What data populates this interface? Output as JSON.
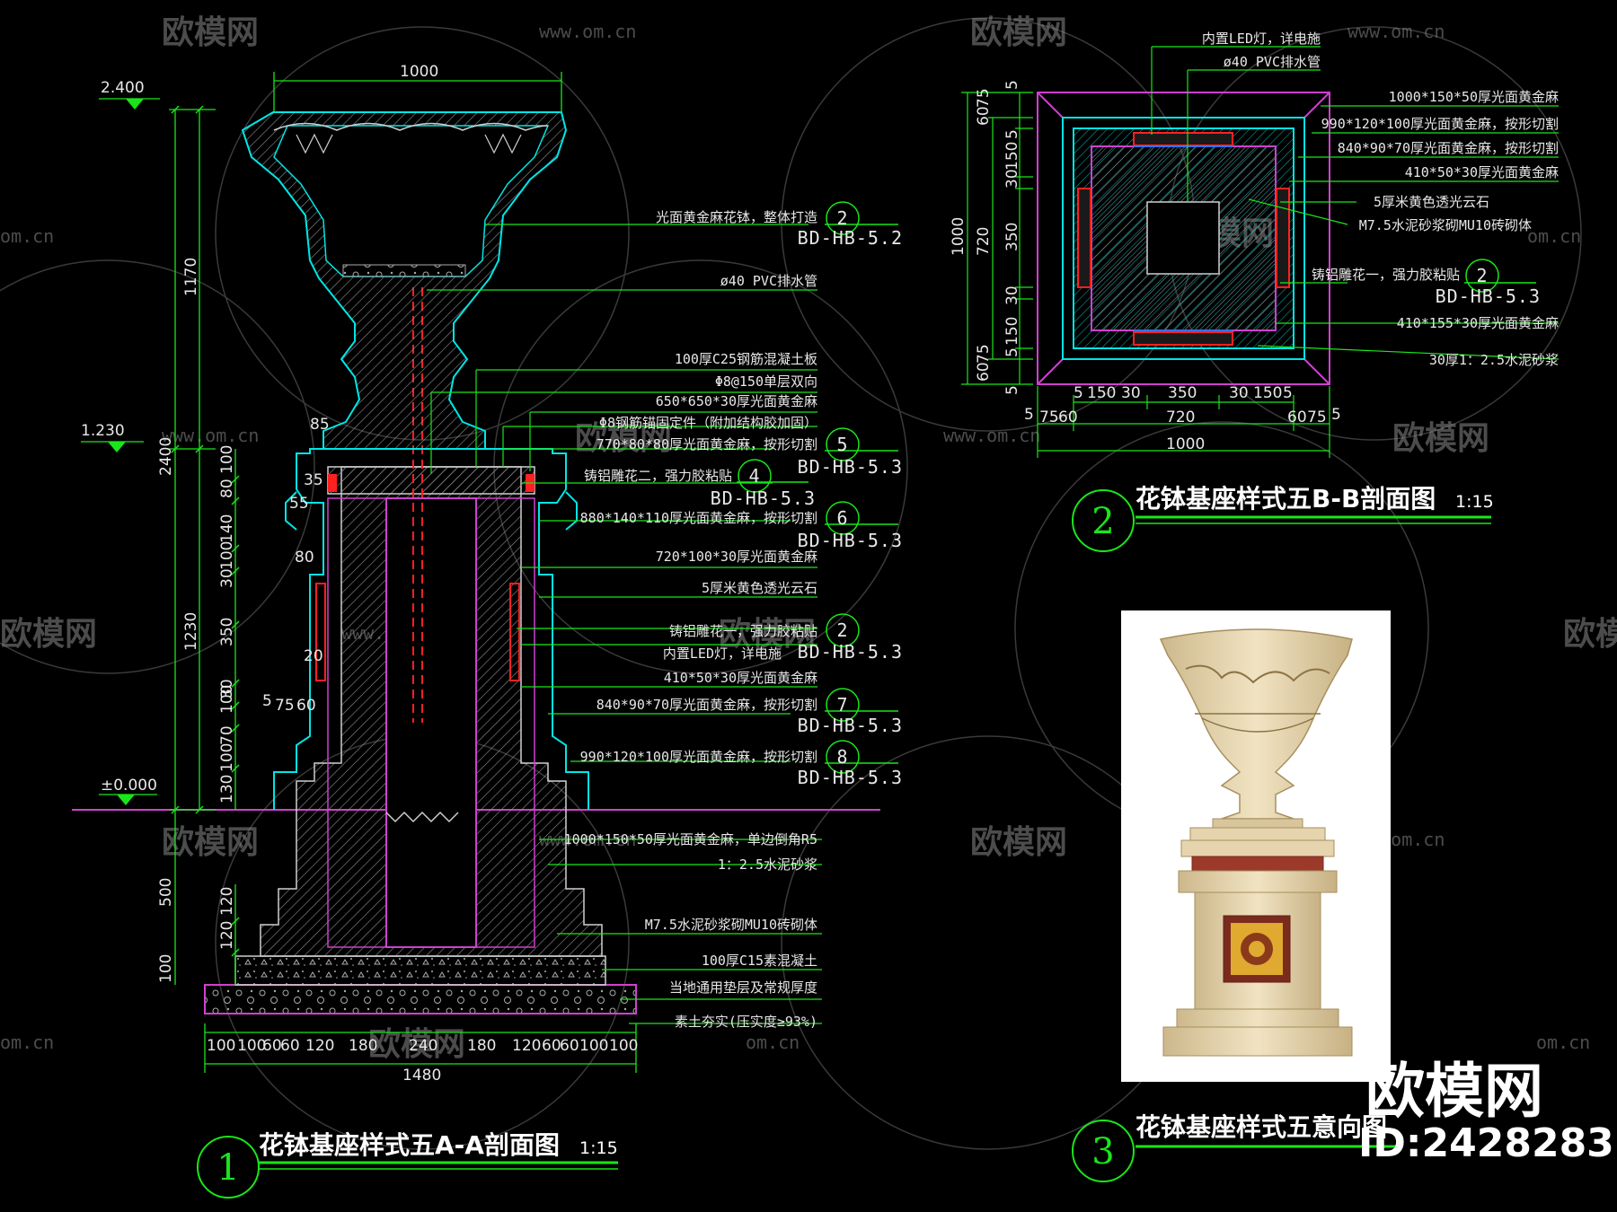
{
  "watermark": {
    "brand": "欧模网",
    "url": "www.om.cn",
    "url_short": "om.cn"
  },
  "id_stamp": {
    "brand": "欧模网",
    "id": "ID:2428283"
  },
  "drawing1": {
    "title": "花钵基座样式五A-A剖面图",
    "scale": "1:15",
    "number": "1",
    "top_dim": "1000",
    "levels": {
      "top": "2.400",
      "mid": "1.230",
      "zero": "±0.000"
    },
    "left_dims_major": [
      "1170",
      "2400",
      "1230"
    ],
    "left_dims_minor": [
      "100",
      "80",
      "140",
      "30",
      "100",
      "350",
      "30",
      "100",
      "70",
      "100",
      "130",
      "120",
      "120",
      "100"
    ],
    "left_dim_500": "500",
    "small_dims": [
      "85",
      "35",
      "55",
      "80",
      "20",
      "5",
      "75",
      "60"
    ],
    "bottom_dims": [
      "100",
      "100",
      "60",
      "60",
      "120",
      "180",
      "240",
      "180",
      "120",
      "60",
      "60",
      "100",
      "100"
    ],
    "bottom_total": "1480",
    "callouts": [
      {
        "text": "光面黄金麻花钵，整体打造",
        "ref_num": "2",
        "ref_code": "BD-HB-5.2"
      },
      {
        "text": "ø40 PVC排水管"
      },
      {
        "text": "100厚C25钢筋混凝土板"
      },
      {
        "text": "Φ8@150单层双向"
      },
      {
        "text": "650*650*30厚光面黄金麻"
      },
      {
        "text": "Φ8钢筋锚固定件（附加结构胶加固）"
      },
      {
        "text": "770*80*80厚光面黄金麻，按形切割",
        "ref_num": "5",
        "ref_code": "BD-HB-5.3"
      },
      {
        "text": "铸铝雕花二，强力胶粘贴",
        "ref_num": "4",
        "ref_code": "BD-HB-5.3"
      },
      {
        "text": "880*140*110厚光面黄金麻，按形切割",
        "ref_num": "6",
        "ref_code": "BD-HB-5.3"
      },
      {
        "text": "720*100*30厚光面黄金麻"
      },
      {
        "text": "5厚米黄色透光云石"
      },
      {
        "text": "铸铝雕花一，强力胶粘贴",
        "ref_num": "2"
      },
      {
        "text": "内置LED灯，详电施",
        "ref_code": "BD-HB-5.3"
      },
      {
        "text": "410*50*30厚光面黄金麻"
      },
      {
        "text": "840*90*70厚光面黄金麻，按形切割",
        "ref_num": "7",
        "ref_code": "BD-HB-5.3"
      },
      {
        "text": "990*120*100厚光面黄金麻，按形切割",
        "ref_num": "8",
        "ref_code": "BD-HB-5.3"
      },
      {
        "text": "1000*150*50厚光面黄金麻，单边倒角R5"
      },
      {
        "text": "1：2.5水泥砂浆"
      },
      {
        "text": "M7.5水泥砂浆砌MU10砖砌体"
      },
      {
        "text": "100厚C15素混凝土"
      },
      {
        "text": "当地通用垫层及常规厚度"
      },
      {
        "text": "素土夯实(压实度≥93%)"
      }
    ]
  },
  "drawing2": {
    "title": "花钵基座样式五B-B剖面图",
    "scale": "1:15",
    "number": "2",
    "top_labels": [
      "内置LED灯，详电施",
      "ø40 PVC排水管"
    ],
    "right_callouts": [
      {
        "text": "1000*150*50厚光面黄金麻"
      },
      {
        "text": "990*120*100厚光面黄金麻，按形切割"
      },
      {
        "text": "840*90*70厚光面黄金麻，按形切割"
      },
      {
        "text": "410*50*30厚光面黄金麻"
      },
      {
        "text": "5厚米黄色透光云石"
      },
      {
        "text": "M7.5水泥砂浆砌MU10砖砌体"
      },
      {
        "text": "铸铝雕花一，强力胶粘贴",
        "ref_num": "2",
        "ref_code": "BD-HB-5.3"
      },
      {
        "text": "410*155*30厚光面黄金麻"
      },
      {
        "text": "30厚1：2.5水泥砂浆"
      }
    ],
    "left_dims": [
      "5",
      "60",
      "75",
      "5",
      "30",
      "150",
      "350",
      "30",
      "150",
      "5",
      "60",
      "75",
      "5"
    ],
    "left_total_720": "720",
    "left_total_1000": "1000",
    "bottom_dims_upper": [
      "5",
      "150",
      "30",
      "350",
      "30",
      "150",
      "5"
    ],
    "bottom_dims_lower": [
      "5",
      "75",
      "60",
      "720",
      "60",
      "75",
      "5"
    ],
    "bottom_total": "1000"
  },
  "drawing3": {
    "title": "花钵基座样式五意向图",
    "number": "3"
  },
  "colors": {
    "background": "#000000",
    "green": "#19e619",
    "cyan": "#00e6e6",
    "red": "#ff2020",
    "magenta": "#d040d0",
    "white": "#ffffff",
    "gray": "#9a9a9a",
    "stone": "#e6d4ae"
  }
}
